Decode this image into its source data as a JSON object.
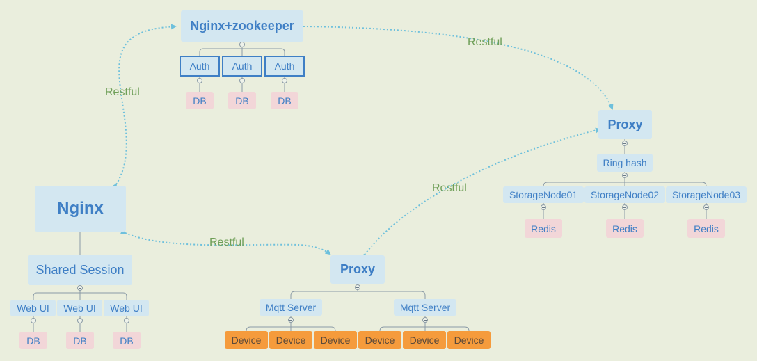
{
  "relationship_label": "Restful",
  "nodes": {
    "nginx_zookeeper": "Nginx+zookeeper",
    "auth": "Auth",
    "db": "DB",
    "nginx": "Nginx",
    "shared_session": "Shared Session",
    "web_ui": "Web UI",
    "proxy": "Proxy",
    "mqtt_server": "Mqtt Server",
    "device": "Device",
    "ring_hash": "Ring hash",
    "storage_nodes": [
      "StorageNode01",
      "StorageNode02",
      "StorageNode03"
    ],
    "redis": "Redis"
  },
  "colors": {
    "background": "#eaeedd",
    "node_fill": "#d3e7f1",
    "node_text": "#3f7fc5",
    "db_fill": "#f2d6d8",
    "device_fill": "#f59b3c",
    "relationship": "#6ec0dc",
    "relationship_text": "#6f9f58"
  }
}
